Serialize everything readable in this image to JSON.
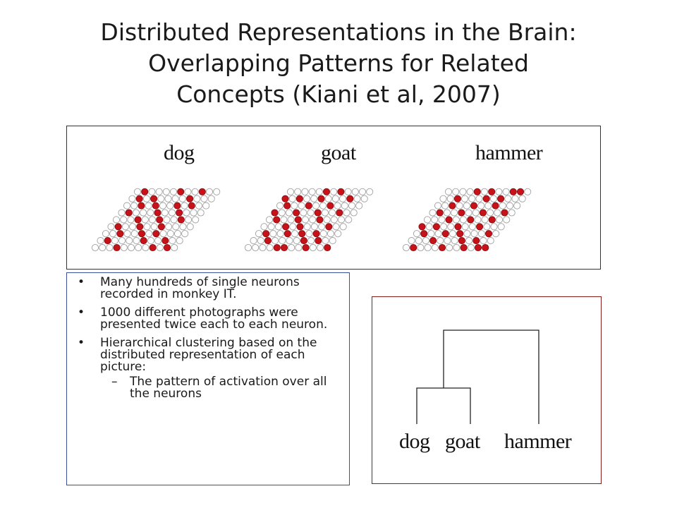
{
  "title": {
    "line1": "Distributed Representations in the Brain:",
    "line2": "Overlapping Patterns for Related",
    "line3": "Concepts (Kiani et al, 2007)"
  },
  "grids": [
    {
      "label": "dog",
      "active": [
        [
          0,
          3
        ],
        [
          0,
          8
        ],
        [
          0,
          10
        ],
        [
          1,
          1
        ],
        [
          1,
          6
        ],
        [
          1,
          9
        ],
        [
          2,
          2
        ],
        [
          2,
          5
        ],
        [
          2,
          7
        ],
        [
          3,
          1
        ],
        [
          3,
          4
        ],
        [
          3,
          7
        ],
        [
          4,
          3
        ],
        [
          4,
          6
        ],
        [
          4,
          9
        ],
        [
          5,
          1
        ],
        [
          5,
          5
        ],
        [
          5,
          8
        ],
        [
          6,
          2
        ],
        [
          6,
          4
        ],
        [
          6,
          7
        ],
        [
          6,
          9
        ],
        [
          7,
          1
        ],
        [
          7,
          3
        ],
        [
          7,
          8
        ],
        [
          8,
          1
        ],
        [
          8,
          6
        ],
        [
          8,
          9
        ]
      ]
    },
    {
      "label": "goat",
      "active": [
        [
          0,
          4
        ],
        [
          0,
          5
        ],
        [
          0,
          8
        ],
        [
          0,
          11
        ],
        [
          1,
          2
        ],
        [
          1,
          7
        ],
        [
          1,
          9
        ],
        [
          2,
          1
        ],
        [
          2,
          4
        ],
        [
          2,
          6
        ],
        [
          2,
          8
        ],
        [
          3,
          3
        ],
        [
          3,
          5
        ],
        [
          3,
          9
        ],
        [
          4,
          1
        ],
        [
          4,
          4
        ],
        [
          4,
          7
        ],
        [
          5,
          0
        ],
        [
          5,
          3
        ],
        [
          5,
          6
        ],
        [
          5,
          9
        ],
        [
          6,
          1
        ],
        [
          6,
          4
        ],
        [
          6,
          7
        ],
        [
          7,
          0
        ],
        [
          7,
          2
        ],
        [
          7,
          5
        ],
        [
          7,
          9
        ],
        [
          8,
          5
        ],
        [
          8,
          7
        ]
      ]
    },
    {
      "label": "hammer",
      "active": [
        [
          0,
          1
        ],
        [
          0,
          5
        ],
        [
          0,
          8
        ],
        [
          0,
          10
        ],
        [
          0,
          11
        ],
        [
          1,
          3
        ],
        [
          1,
          7
        ],
        [
          1,
          9
        ],
        [
          2,
          1
        ],
        [
          2,
          4
        ],
        [
          2,
          6
        ],
        [
          2,
          10
        ],
        [
          3,
          0
        ],
        [
          3,
          2
        ],
        [
          3,
          5
        ],
        [
          3,
          8
        ],
        [
          4,
          3
        ],
        [
          4,
          6
        ],
        [
          4,
          9
        ],
        [
          5,
          1
        ],
        [
          5,
          4
        ],
        [
          5,
          7
        ],
        [
          5,
          10
        ],
        [
          6,
          2
        ],
        [
          6,
          5
        ],
        [
          6,
          8
        ],
        [
          7,
          2
        ],
        [
          7,
          6
        ],
        [
          7,
          8
        ],
        [
          8,
          4
        ],
        [
          8,
          6
        ],
        [
          8,
          9
        ],
        [
          8,
          10
        ]
      ]
    }
  ],
  "bullets": [
    {
      "text": "Many hundreds of single neurons recorded in monkey IT."
    },
    {
      "text": "1000 different photographs were presented twice each to each neuron."
    },
    {
      "text": "Hierarchical clustering based on the distributed representation of each picture:"
    }
  ],
  "sub_bullet": "The pattern of activation over all the neurons",
  "dendrogram": {
    "leaves": [
      "dog",
      "goat",
      "hammer"
    ]
  },
  "colors": {
    "active": "#c8121a",
    "inactive": "#ffffff",
    "outline": "#a0a0a0"
  }
}
